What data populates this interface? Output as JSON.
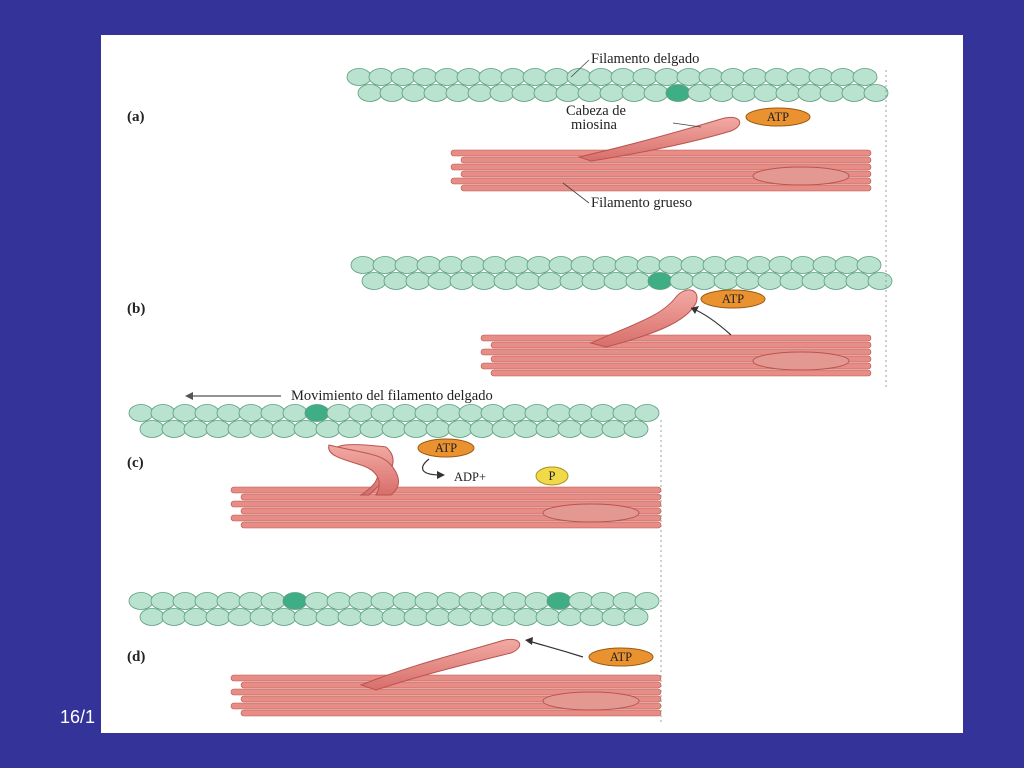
{
  "slide": {
    "date_fragment": "16/1"
  },
  "diagram": {
    "labels": {
      "thin_filament": "Filamento delgado",
      "myosin_head_line1": "Cabeza de",
      "myosin_head_line2": "miosina",
      "thick_filament": "Filamento grueso",
      "movement": "Movimiento del filamento delgado",
      "atp": "ATP",
      "adp": "ADP+",
      "p": "P"
    },
    "steps": {
      "a": "(a)",
      "b": "(b)",
      "c": "(c)",
      "d": "(d)"
    }
  },
  "colors": {
    "background": "#33339a",
    "actin": "#b9e3cf",
    "actin_active": "#3fae86",
    "myosin": "#e88c86",
    "atp_chip": "#e9922f",
    "phosphate_chip": "#f1d94a"
  }
}
